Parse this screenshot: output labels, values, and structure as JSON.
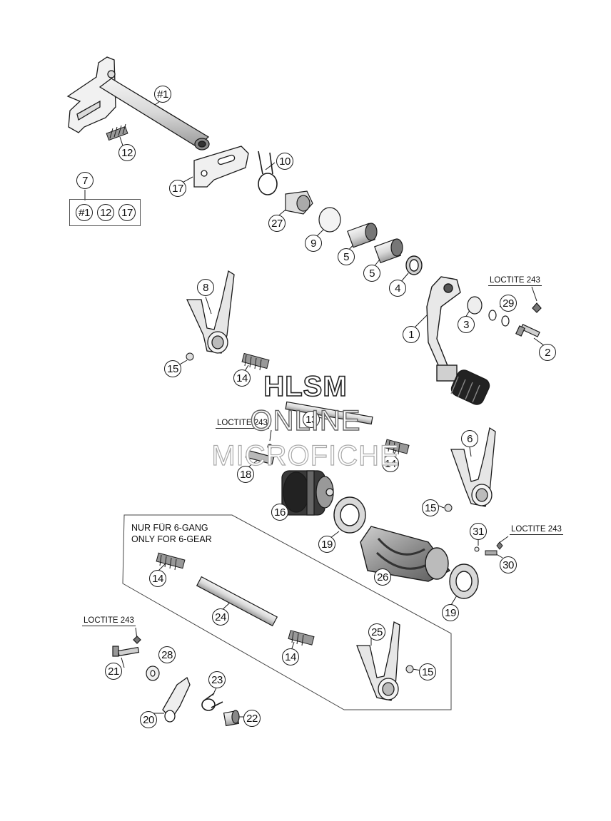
{
  "callouts": {
    "c_h1a": "#1",
    "c_12a": "12",
    "c_7": "7",
    "c_h1b": "#1",
    "c_12b": "12",
    "c_17b": "17",
    "c_10": "10",
    "c_17a": "17",
    "c_27": "27",
    "c_9": "9",
    "c_5a": "5",
    "c_5b": "5",
    "c_4": "4",
    "c_8": "8",
    "c_29": "29",
    "c_3": "3",
    "c_1": "1",
    "c_2": "2",
    "c_15a": "15",
    "c_14a": "14",
    "c_13": "13",
    "c_6": "6",
    "c_18": "18",
    "c_14b": "14",
    "c_16": "16",
    "c_15b": "15",
    "c_31": "31",
    "c_19a": "19",
    "c_30": "30",
    "c_26": "26",
    "c_14c": "14",
    "c_19b": "19",
    "c_24": "24",
    "c_25": "25",
    "c_14d": "14",
    "c_28": "28",
    "c_21": "21",
    "c_15c": "15",
    "c_23": "23",
    "c_20": "20",
    "c_22": "22"
  },
  "labels": {
    "loctite_1": "LOCTITE 243",
    "loctite_2": "LOCTITE 243",
    "loctite_3": "LOCTITE 243",
    "loctite_4": "LOCTITE 243",
    "note_line1": "NUR FÜR 6-GANG",
    "note_line2": "ONLY FOR 6-GEAR"
  },
  "watermark": {
    "line1": "HLSM",
    "line2": "ONLINE",
    "line3": "MICROFICHE"
  },
  "colors": {
    "line": "#1a1a1a",
    "part_fill": "#ececec",
    "part_shade": "#bdbdbd",
    "dark": "#3a3a3a",
    "background": "#ffffff"
  }
}
